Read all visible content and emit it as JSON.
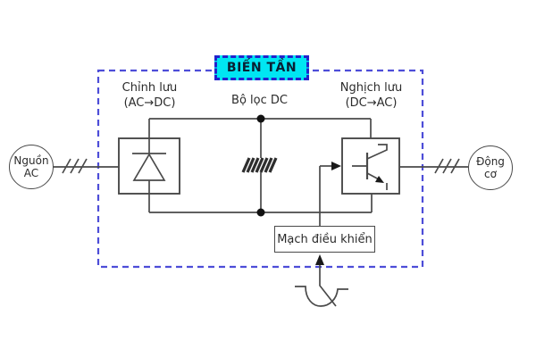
{
  "title_box": {
    "label": "BIẾN TẦN"
  },
  "labels": {
    "rectifier": {
      "line1": "Chỉnh lưu",
      "line2": "(AC→DC)"
    },
    "dc_filter": "Bộ lọc DC",
    "inverter": {
      "line1": "Nghịch lưu",
      "line2": "(DC→AC)"
    },
    "control_box": "Mạch điều khiển"
  },
  "terminals": {
    "source": {
      "line1": "Nguồn",
      "line2": "AC"
    },
    "motor": {
      "line1": "Động",
      "line2": "cơ"
    }
  },
  "icons": {
    "rectifier_symbol": "diode-icon",
    "filter_symbol": "capacitor-hatch-icon",
    "inverter_symbol": "transistor-icon",
    "phase_marks": "three-phase-slash-icon",
    "setpoint_symbol": "potentiometer-arc-icon",
    "junctions": "junction-dot"
  },
  "colors": {
    "line": "#4a4a4a",
    "text": "#2b2b2b",
    "outer_dashed_border": "#4d4dd8",
    "title_fill": "#00e6f2",
    "title_border": "#2222cc",
    "title_text": "#0a1f33",
    "junction_dot": "#111111"
  }
}
